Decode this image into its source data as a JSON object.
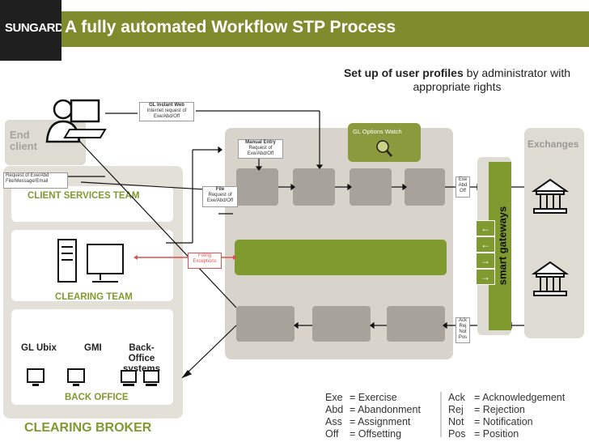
{
  "header": {
    "logo": "SUNGARD",
    "title": "A fully automated Workflow STP Process"
  },
  "profiles": {
    "bold": "Set up of user profiles",
    "rest": " by administrator with appropriate rights"
  },
  "callouts": {
    "instant_web": {
      "title": "GL Instant Web",
      "line1": "Internet request of",
      "line2": "Exe/Abd/Off"
    },
    "manual_entry": {
      "title": "Manual Entry",
      "line1": "Request of",
      "line2": "Exe/Abd/Off"
    },
    "file": {
      "title": "File",
      "line1": "Request of",
      "line2": "Exe/Abd/Off"
    },
    "request_email": {
      "line1": "Request of Exe/Abd",
      "line2": "File/Message/Email"
    },
    "fixing": {
      "line1": "Fixing",
      "line2": "Exceptions"
    },
    "exe_abd_off": {
      "l1": "Exe",
      "l2": "Abd",
      "l3": "Off"
    },
    "ack_rej": {
      "l1": "Ack",
      "l2": "Rej",
      "l3": "Not",
      "l4": "Pos"
    }
  },
  "labels": {
    "end_client": "End client",
    "client_services": "CLIENT SERVICES TEAM",
    "clearing_team": "CLEARING TEAM",
    "gl_ubix": "GL Ubix",
    "gmi": "GMI",
    "back_office_systems": "Back-Office systems",
    "back_office": "BACK OFFICE",
    "clearing_broker": "CLEARING BROKER",
    "options_watch": "GL Options Watch",
    "exchanges": "Exchanges",
    "smart_gateways": "smart gateways"
  },
  "legend": {
    "left": [
      {
        "code": "Exe",
        "meaning": "= Exercise"
      },
      {
        "code": "Abd",
        "meaning": "= Abandonment"
      },
      {
        "code": "Ass",
        "meaning": "= Assignment"
      },
      {
        "code": "Off",
        "meaning": "= Offsetting"
      }
    ],
    "right": [
      {
        "code": "Ack",
        "meaning": "= Acknowledgement"
      },
      {
        "code": "Rej",
        "meaning": "= Rejection"
      },
      {
        "code": "Not",
        "meaning": "= Notification"
      },
      {
        "code": "Pos",
        "meaning": "= Position"
      }
    ]
  },
  "colors": {
    "brand_green": "#7f9a2e",
    "dark": "#1f1f1f",
    "fixing_red": "#d9534f"
  }
}
